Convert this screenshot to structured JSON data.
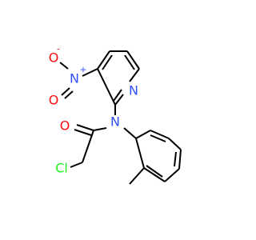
{
  "molecule": {
    "atoms": {
      "o_minus": {
        "symbol": "O",
        "charge": "-",
        "color": "#ff0d0d"
      },
      "n_plus": {
        "symbol": "N",
        "charge": "+",
        "color": "#3050f8"
      },
      "o_nitro": {
        "symbol": "O",
        "color": "#ff0d0d"
      },
      "n_pyridine": {
        "symbol": "N",
        "color": "#3050f8"
      },
      "n_amide": {
        "symbol": "N",
        "color": "#3050f8"
      },
      "o_carbonyl": {
        "symbol": "O",
        "color": "#ff0d0d"
      },
      "cl": {
        "symbol": "Cl",
        "color": "#1ff01f"
      }
    }
  }
}
